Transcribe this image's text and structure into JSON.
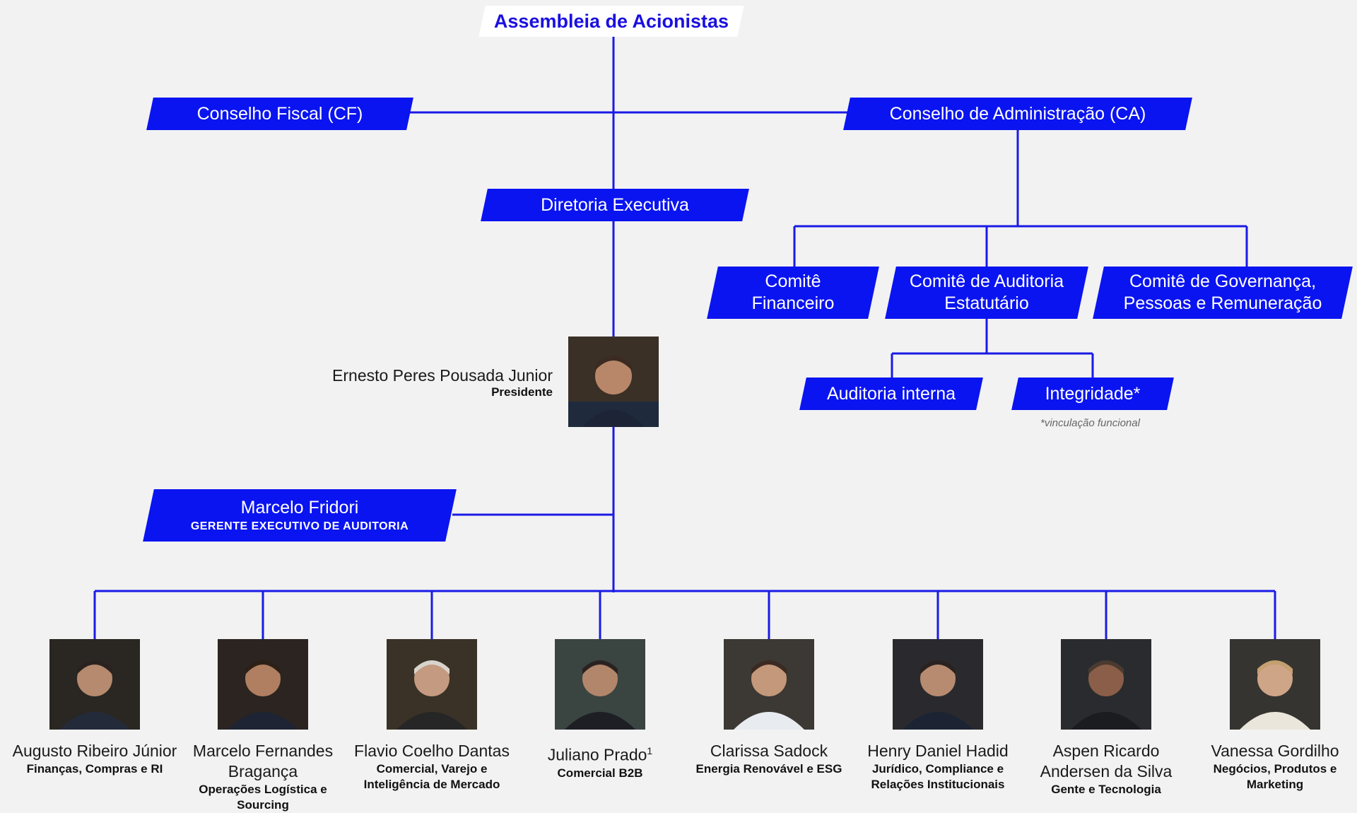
{
  "top": {
    "label": "Assembleia de Acionistas"
  },
  "conselho_fiscal": {
    "label": "Conselho Fiscal (CF)"
  },
  "conselho_admin": {
    "label": "Conselho de Administração (CA)"
  },
  "diretoria": {
    "label": "Diretoria Executiva"
  },
  "comites": [
    {
      "line1": "Comitê",
      "line2": "Financeiro"
    },
    {
      "line1": "Comitê de Auditoria",
      "line2": "Estatutário"
    },
    {
      "line1": "Comitê de Governança,",
      "line2": "Pessoas e Remuneração"
    }
  ],
  "auditoria_interna": {
    "label": "Auditoria interna"
  },
  "integridade": {
    "label": "Integridade*",
    "note": "*vinculação funcional"
  },
  "presidente": {
    "name": "Ernesto Peres Pousada Junior",
    "role": "Presidente"
  },
  "auditor": {
    "name": "Marcelo Fridori",
    "role": "GERENTE EXECUTIVO DE AUDITORIA"
  },
  "directors": [
    {
      "name": "Augusto Ribeiro Júnior",
      "role": "Finanças, Compras e RI"
    },
    {
      "name": "Marcelo Fernandes Bragança",
      "role": "Operações Logística e Sourcing"
    },
    {
      "name": "Flavio Coelho Dantas",
      "role": "Comercial, Varejo e Inteligência de Mercado"
    },
    {
      "name": "Juliano Prado",
      "sup": "1",
      "role": "Comercial B2B"
    },
    {
      "name": "Clarissa Sadock",
      "role": "Energia Renovável e ESG"
    },
    {
      "name": "Henry Daniel Hadid",
      "role": "Jurídico, Compliance e Relações Institucionais"
    },
    {
      "name": "Aspen Ricardo Andersen da Silva",
      "role": "Gente e Tecnologia"
    },
    {
      "name": "Vanessa Gordilho",
      "role": "Negócios, Produtos e Marketing"
    }
  ],
  "colors": {
    "accent": "#0a14f0",
    "line": "#1a1ae6",
    "background": "#f2f2f2"
  }
}
